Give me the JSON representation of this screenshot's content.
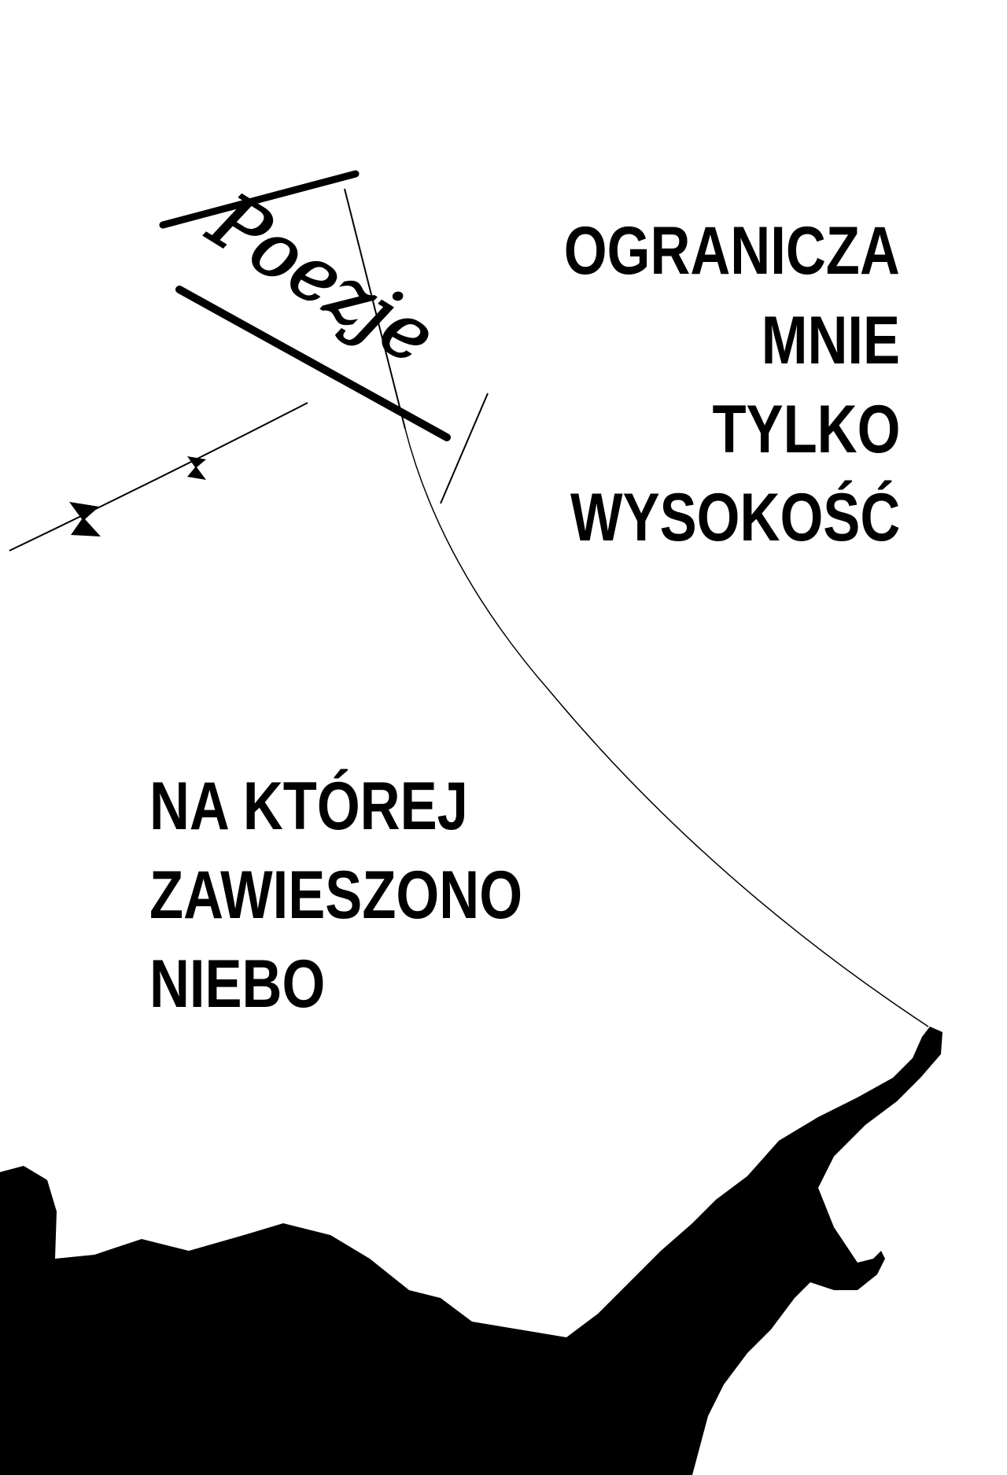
{
  "poster": {
    "kite_text": "Poezje",
    "top_lines": [
      "OGRANICZA",
      "MNIE",
      "TYLKO",
      "WYSOKOŚĆ"
    ],
    "bottom_lines": [
      "NA KTÓREJ",
      "ZAWIESZONO",
      "NIEBO"
    ],
    "colors": {
      "background": "#ffffff",
      "ink": "#000000"
    }
  }
}
